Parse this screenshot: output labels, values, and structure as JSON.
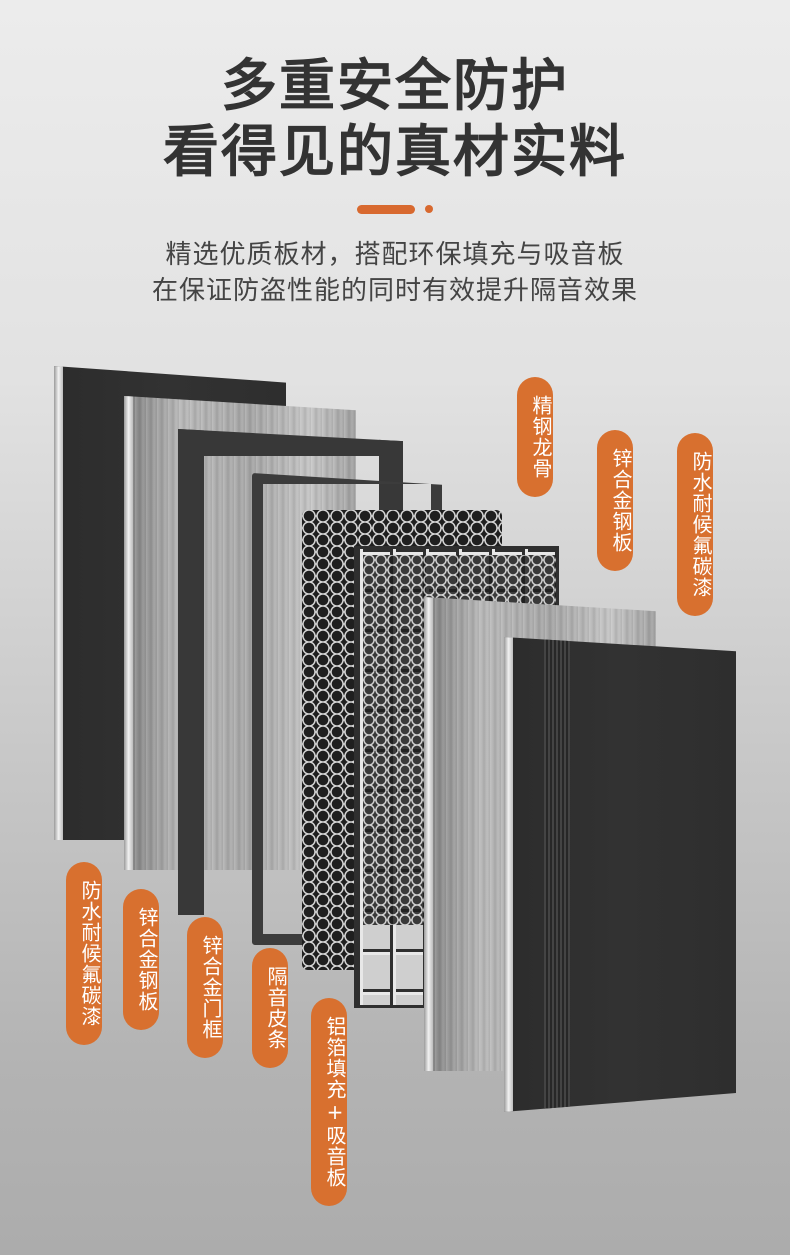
{
  "headline": {
    "line1": "多重安全防护",
    "line2": "看得见的真材实料"
  },
  "accent_color": "#d8702f",
  "subtitle": {
    "line1": "精选优质板材，搭配环保填充与吸音板",
    "line2": "在保证防盗性能的同时有效提升隔音效果"
  },
  "labels_top": [
    {
      "text": "精钢龙骨"
    },
    {
      "text": "锌合金钢板"
    },
    {
      "text": "防水耐候氟碳漆"
    }
  ],
  "labels_bottom": [
    {
      "text": "防水耐候氟碳漆"
    },
    {
      "text": "锌合金钢板"
    },
    {
      "text": "锌合金门框"
    },
    {
      "text": "隔音皮条"
    },
    {
      "text": "铝箔填充+吸音板"
    }
  ],
  "layers": [
    {
      "name": "outer-coating-panel"
    },
    {
      "name": "zinc-alloy-steel-plate"
    },
    {
      "name": "zinc-alloy-door-frame"
    },
    {
      "name": "soundproof-seal-strip"
    },
    {
      "name": "aluminum-foil-honeycomb-fill"
    },
    {
      "name": "steel-keel"
    },
    {
      "name": "inner-zinc-alloy-steel-plate"
    },
    {
      "name": "inner-coating-panel"
    }
  ]
}
